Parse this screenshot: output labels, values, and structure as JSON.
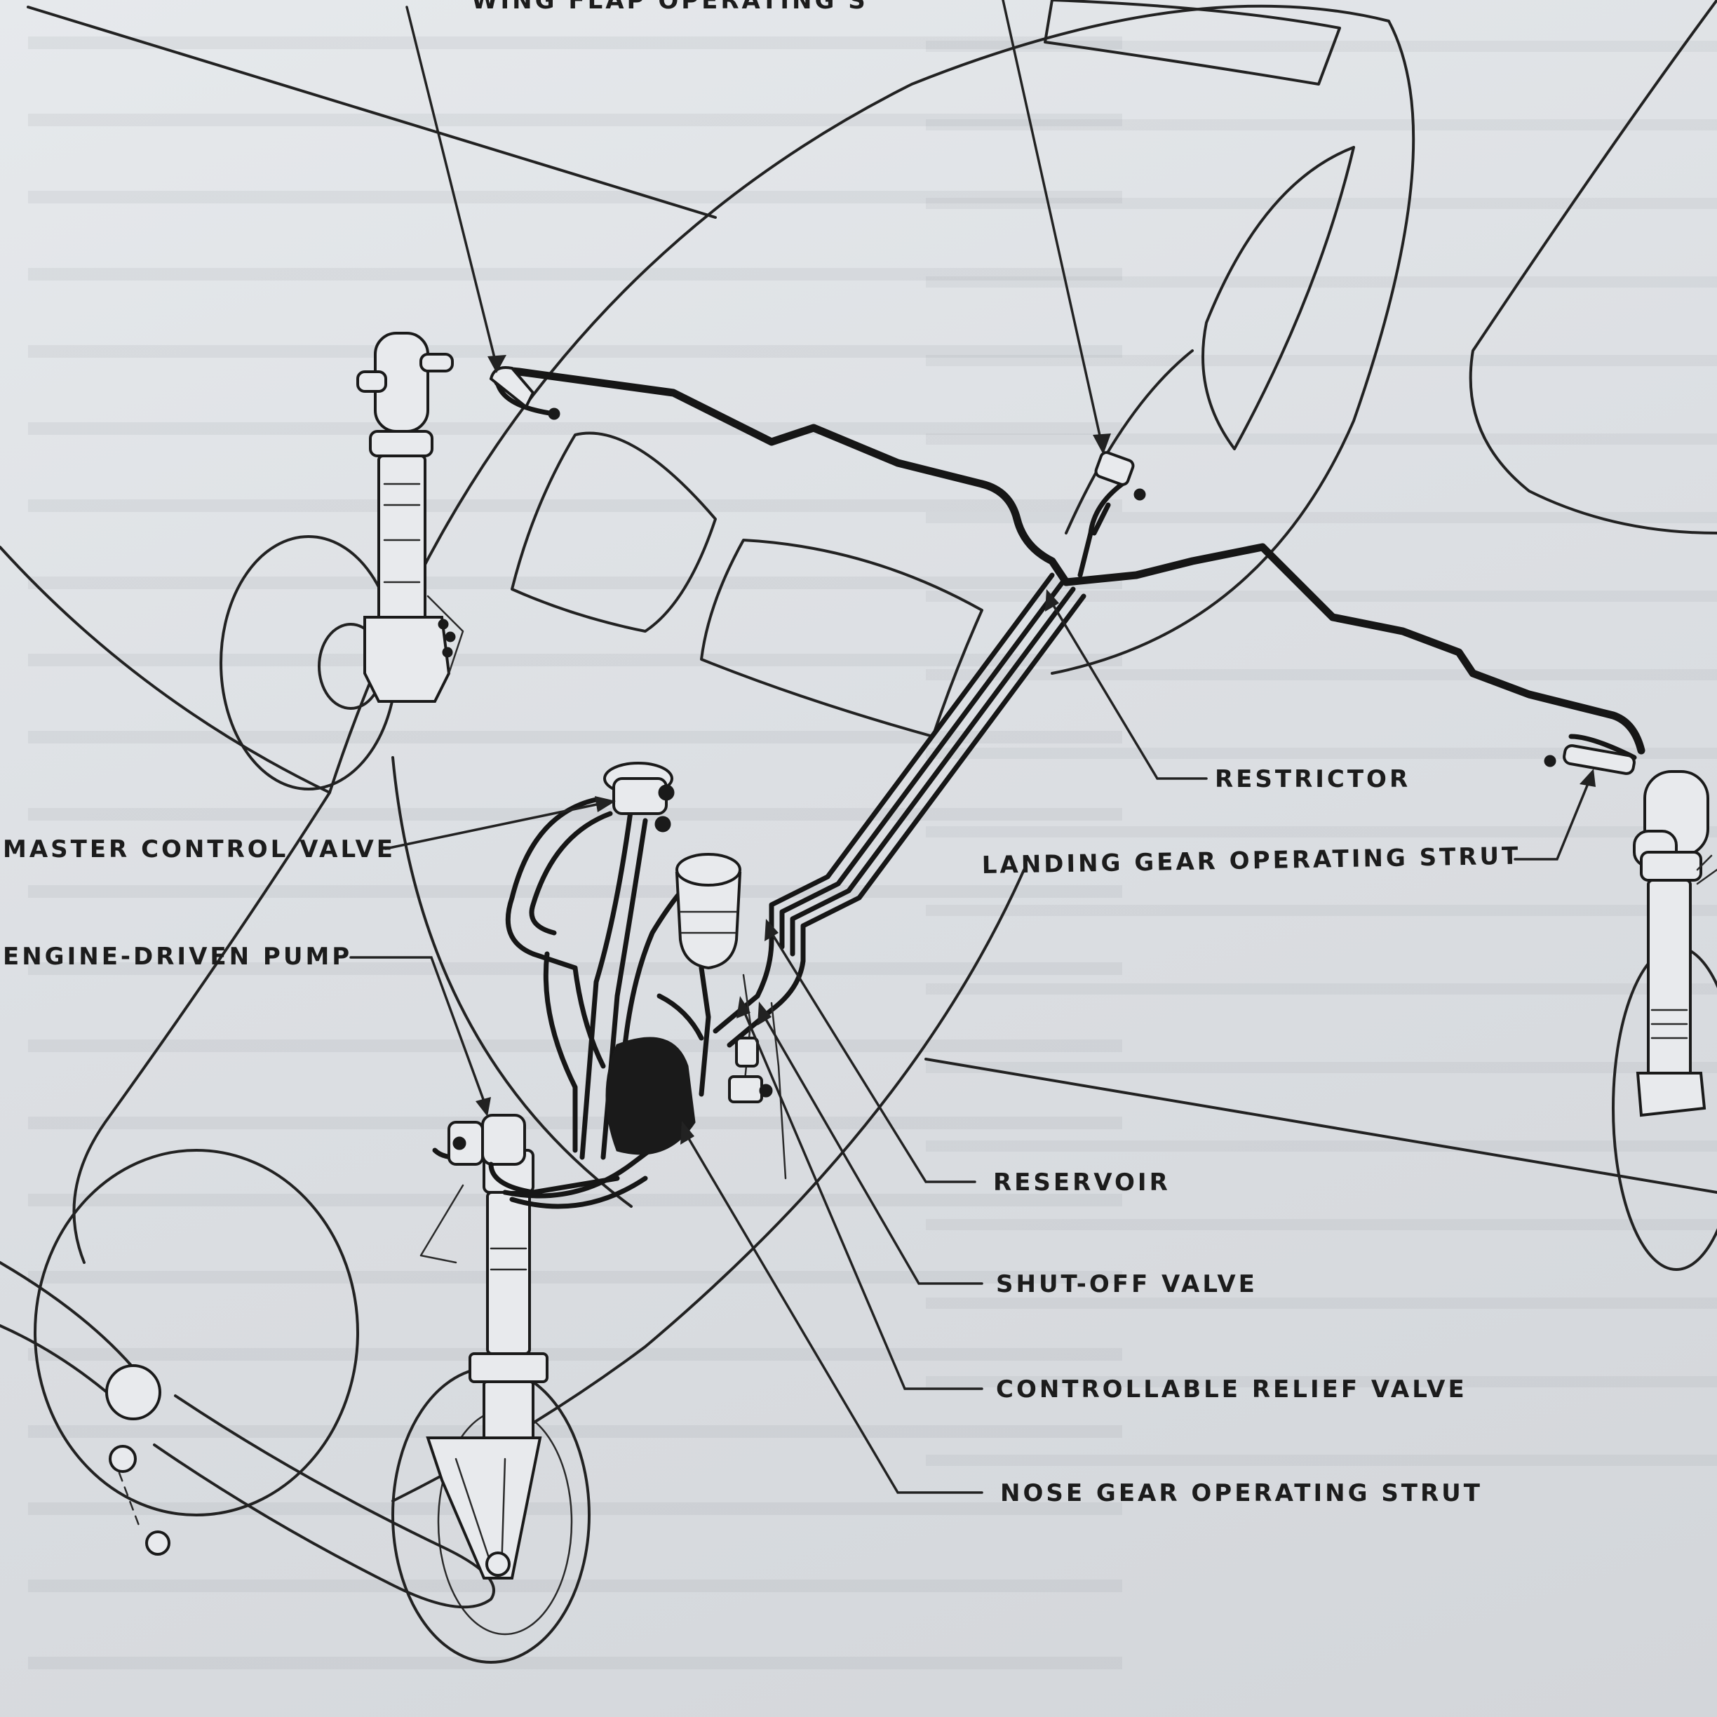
{
  "labels": {
    "top_cutoff": "WING FLAP OPERATING S",
    "restrictor": "RESTRICTOR",
    "landing_gear_strut": "LANDING GEAR OPERATING STRUT",
    "master_control_valve": "MASTER CONTROL VALVE",
    "engine_driven_pump": "ENGINE-DRIVEN PUMP",
    "reservoir": "RESERVOIR",
    "shut_off_valve": "SHUT-OFF VALVE",
    "controllable_relief_valve": "CONTROLLABLE RELIEF VALVE",
    "nose_gear_strut": "NOSE GEAR OPERATING STRUT"
  },
  "colors": {
    "paper": "#e3e6e9",
    "ink": "#1c1c1c"
  }
}
